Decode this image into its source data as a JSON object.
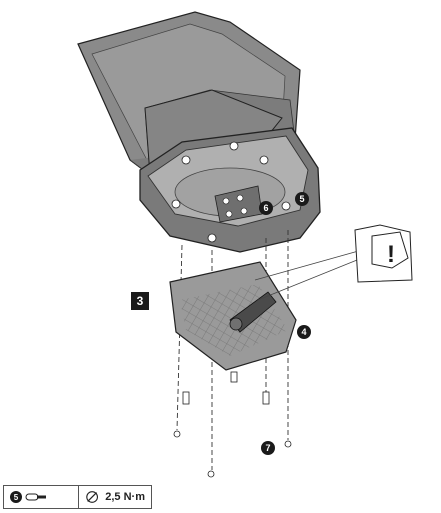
{
  "step": {
    "number": "3"
  },
  "callouts": [
    {
      "id": "c4",
      "label": "4"
    },
    {
      "id": "c5",
      "label": "5"
    },
    {
      "id": "c6",
      "label": "6"
    },
    {
      "id": "c7",
      "label": "7"
    }
  ],
  "warning": {
    "symbol": "!"
  },
  "legend": {
    "item_number": "5",
    "tool_icon": "hex-key-icon",
    "torque_icon": "torque-wrench-icon",
    "torque_value": "2,5 N·m"
  },
  "colors": {
    "case": "#8d8d8d",
    "case_dark": "#5e5e5e",
    "plate": "#9a9a9a",
    "callout": "#1a1a1a"
  }
}
